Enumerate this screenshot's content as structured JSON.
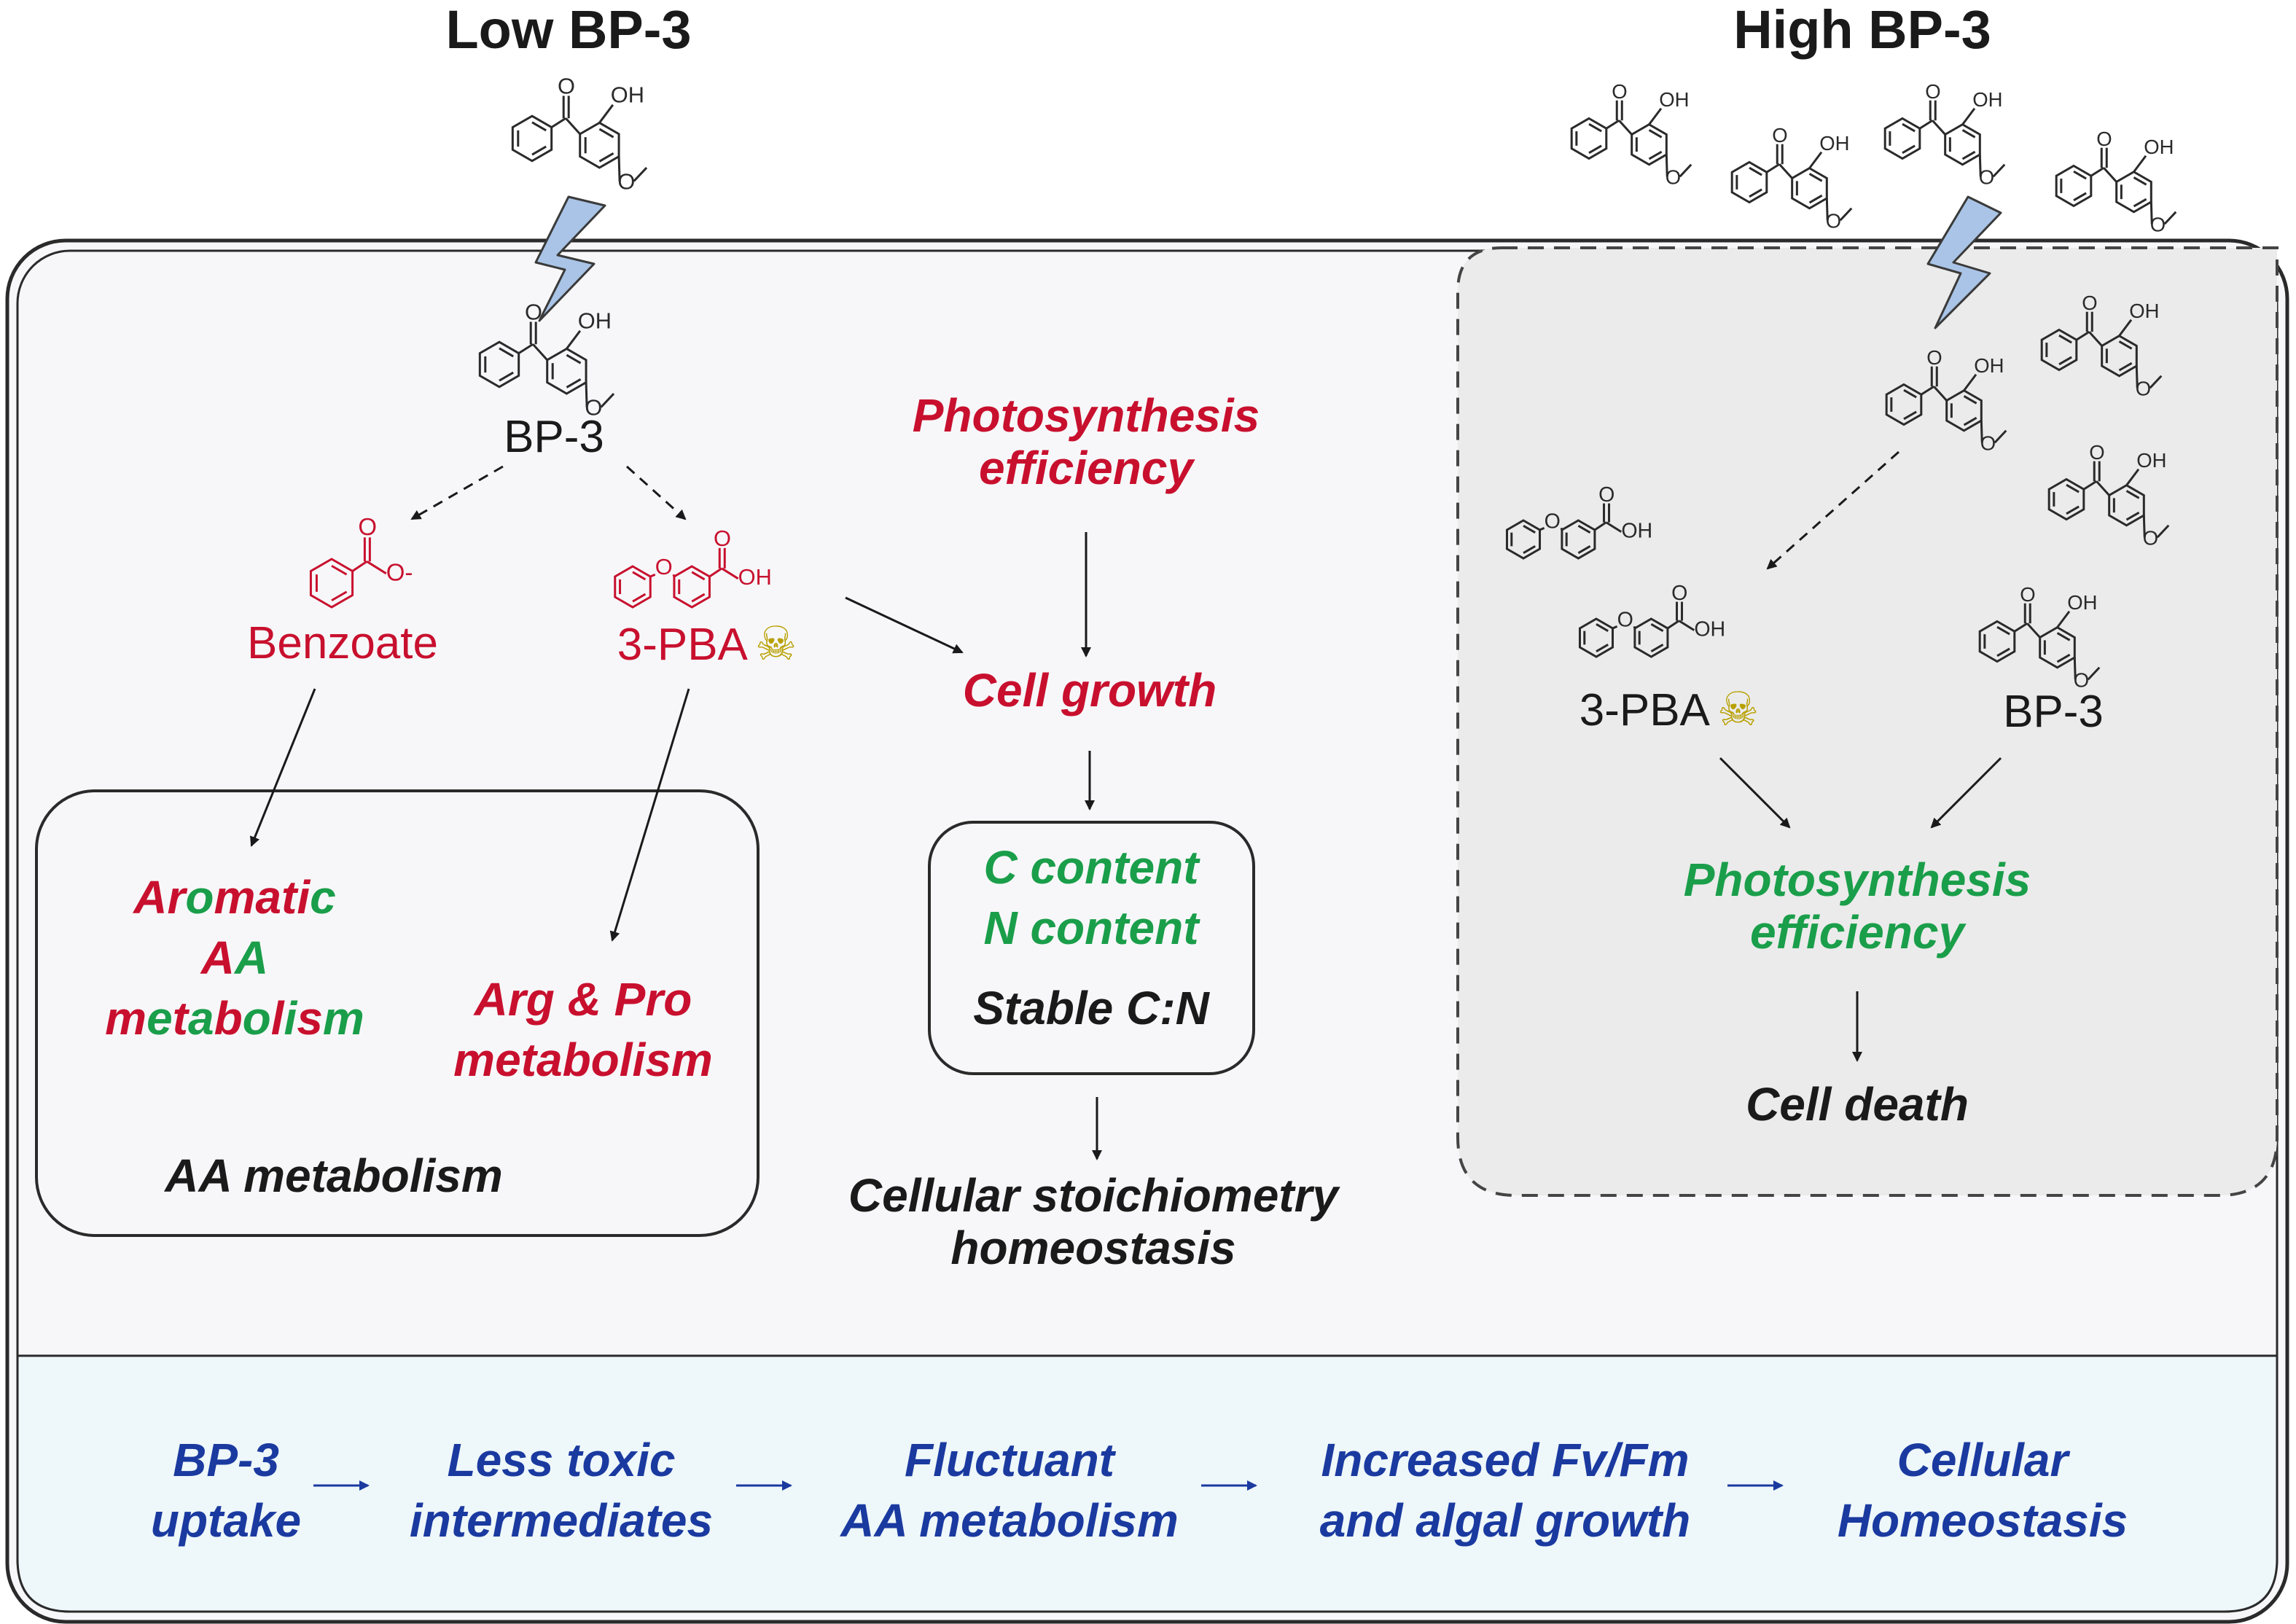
{
  "headings": {
    "low": "Low BP-3",
    "high": "High BP-3"
  },
  "low_panel": {
    "bp3_label": "BP-3",
    "benzoate_label": "Benzoate",
    "pba_label": "3-PBA",
    "photo_line1": "Photosynthesis",
    "photo_line2": "efficiency",
    "cell_growth": "Cell growth",
    "c_content": "C content",
    "n_content": "N content",
    "stable_cn": "Stable C:N",
    "stoich_line1": "Cellular stoichiometry",
    "stoich_line2": "homeostasis",
    "aromatic_aa": {
      "line1": [
        "A",
        "r",
        "o",
        "m",
        "a",
        "t",
        "i",
        "c"
      ],
      "line2": [
        "A",
        "A"
      ],
      "line3": [
        "m",
        "e",
        "t",
        "a",
        "b",
        "o",
        "l",
        "i",
        "s",
        "m"
      ]
    },
    "arg_line1": "Arg & Pro",
    "arg_line2": "metabolism",
    "aa_metabolism": "AA metabolism"
  },
  "high_panel": {
    "pba_label": "3-PBA",
    "bp3_label": "BP-3",
    "photo_line1": "Photosynthesis",
    "photo_line2": "efficiency",
    "cell_death": "Cell death"
  },
  "molecule_labels": {
    "hydroxyl": "OH",
    "carboxyl": "OH",
    "carbonyl_oxygen": "O",
    "anion_oxygen": "O-"
  },
  "flow": [
    {
      "line1": "BP-3",
      "line2": "uptake"
    },
    {
      "line1": "Less toxic",
      "line2": "intermediates"
    },
    {
      "line1": "Fluctuant",
      "line2": "AA metabolism"
    },
    {
      "line1": "Increased Fv/Fm",
      "line2": "and algal growth"
    },
    {
      "line1": "Cellular",
      "line2": "Homeostasis"
    }
  ],
  "colors": {
    "increase": "#c8102e",
    "decrease": "#1a9e4a",
    "flow_text": "#1a3aa0",
    "cell_fill": "#f7f7f9",
    "high_fill": "#ebebeb",
    "flow_fill": "#eef7fa",
    "lightning": "#a9c4e6"
  },
  "icons": [
    "lightning-icon",
    "skull-icon",
    "arrow-icon"
  ]
}
